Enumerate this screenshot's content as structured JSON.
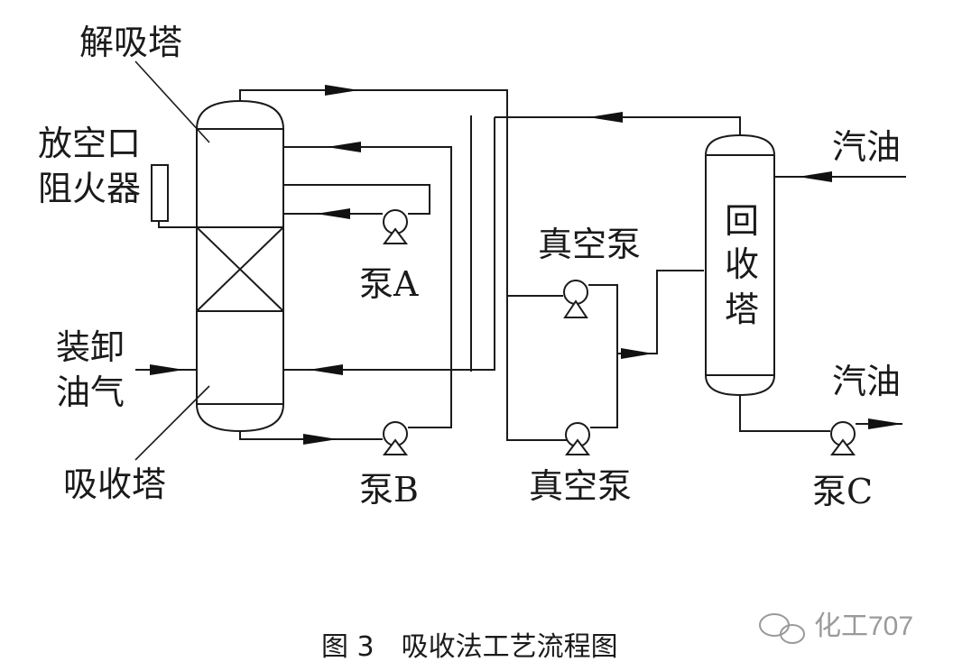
{
  "labels": {
    "desorption_tower": "解吸塔",
    "vent_line1": "放空口",
    "vent_line2": "阻火器",
    "inlet_line1": "装卸",
    "inlet_line2": "油气",
    "absorption_tower": "吸收塔",
    "pump_a": "泵A",
    "pump_b": "泵B",
    "vacuum_pump_top": "真空泵",
    "vacuum_pump_bottom": "真空泵",
    "recovery_tower": [
      "回",
      "收",
      "塔"
    ],
    "gasoline_in": "汽油",
    "gasoline_out": "汽油",
    "pump_c": "泵C"
  },
  "caption": "图 3　吸收法工艺流程图",
  "watermark": "化工707",
  "colors": {
    "line": "#1a1a1a",
    "watermark": "#9a9a9a"
  }
}
